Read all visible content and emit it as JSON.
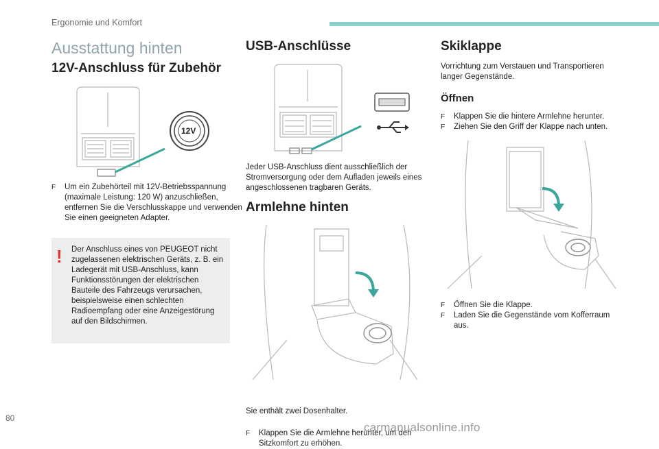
{
  "header": {
    "section_label": "Ergonomie und Komfort",
    "accent_color": "#8ad0c9"
  },
  "page": {
    "title": "Ausstattung hinten",
    "number": "80",
    "watermark": "carmanualsonline.info"
  },
  "col1": {
    "heading": "12V-Anschluss für Zubehör",
    "socket_label": "12V",
    "bullet_1": "Um ein Zubehörteil mit 12V-Betriebsspannung (maximale Leistung: 120 W) anzuschließen, entfernen Sie die Verschlusskappe und verwenden Sie einen geeigneten Adapter.",
    "warning": {
      "mark": "!",
      "color": "#e4322b",
      "text": "Der Anschluss eines von PEUGEOT nicht zugelassenen elektrischen Geräts, z. B. ein Ladegerät mit USB-Anschluss, kann Funktionsstörungen der elektrischen Bauteile des Fahrzeugs verursachen, beispielsweise einen schlechten Radioempfang oder eine Anzeigestörung auf den Bildschirmen."
    }
  },
  "col2": {
    "heading_usb": "USB-Anschlüsse",
    "usb_text": "Jeder USB-Anschluss dient ausschließlich der Stromversorgung oder dem Aufladen jeweils eines angeschlossenen tragbaren Geräts.",
    "heading_armrest": "Armlehne hinten",
    "bullet_1": "Klappen Sie die Armlehne herunter, um den Sitzkomfort zu erhöhen.",
    "text_after": "Sie enthält zwei Dosenhalter."
  },
  "col3": {
    "heading": "Skiklappe",
    "intro": "Vorrichtung zum Verstauen und Transportieren langer Gegenstände.",
    "subheading": "Öffnen",
    "bullets_top": [
      "Klappen Sie die hintere Armlehne herunter.",
      "Ziehen Sie den Griff der Klappe nach unten."
    ],
    "bullets_bottom": [
      "Öffnen Sie die Klappe.",
      "Laden Sie die Gegenstände vom Kofferraum aus."
    ]
  }
}
